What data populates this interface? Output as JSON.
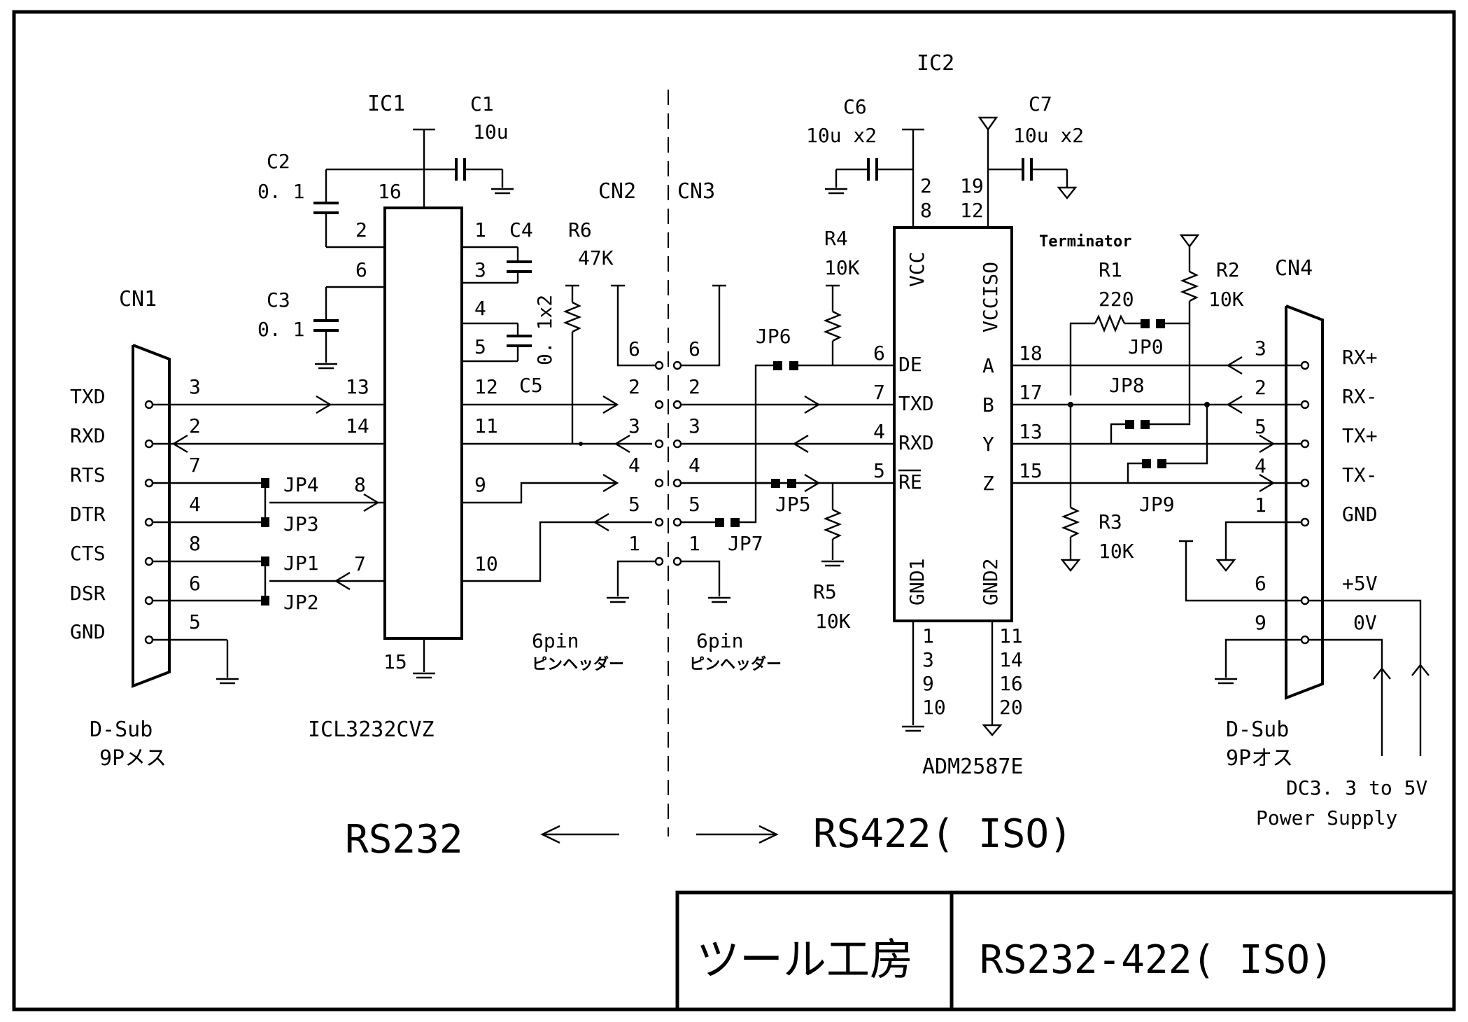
{
  "ic1": {
    "name": "IC1",
    "part": "ICL3232CVZ",
    "pins": {
      "p16": "16",
      "p2": "2",
      "p6": "6",
      "p13": "13",
      "p14": "14",
      "p8": "8",
      "p7": "7",
      "p15": "15",
      "p1": "1",
      "p3": "3",
      "p4": "4",
      "p5": "5",
      "p12": "12",
      "p11": "11",
      "p9": "9",
      "p10": "10"
    }
  },
  "ic2": {
    "name": "IC2",
    "part": "ADM2587E",
    "pins": {
      "p2": "2",
      "p8": "8",
      "p19": "19",
      "p12": "12",
      "p6": "6",
      "p7": "7",
      "p4": "4",
      "p5": "5",
      "p18": "18",
      "p17": "17",
      "p13": "13",
      "p15": "15",
      "g1": "1",
      "g3": "3",
      "g9": "9",
      "g10": "10",
      "g11": "11",
      "g14": "14",
      "g16": "16",
      "g20": "20"
    },
    "signals": {
      "vcc": "VCC",
      "vcciso": "VCCISO",
      "de": "DE",
      "txd": "TXD",
      "rxd": "RXD",
      "re": "RE",
      "a": "A",
      "b": "B",
      "y": "Y",
      "z": "Z",
      "gnd1": "GND1",
      "gnd2": "GND2"
    }
  },
  "parts": {
    "c1": {
      "name": "C1",
      "value": "10u"
    },
    "c2": {
      "name": "C2",
      "value": "0. 1"
    },
    "c3": {
      "name": "C3",
      "value": "0. 1"
    },
    "c4": {
      "name": "C4"
    },
    "c5": {
      "name": "C5",
      "value": "0. 1x2"
    },
    "c6": {
      "name": "C6",
      "value": "10u x2"
    },
    "c7": {
      "name": "C7",
      "value": "10u x2"
    },
    "r1": {
      "name": "R1",
      "value": "220"
    },
    "r2": {
      "name": "R2",
      "value": "10K"
    },
    "r3": {
      "name": "R3",
      "value": "10K"
    },
    "r4": {
      "name": "R4",
      "value": "10K"
    },
    "r5": {
      "name": "R5",
      "value": "10K"
    },
    "r6": {
      "name": "R6",
      "value": "47K"
    },
    "terminator": "Terminator"
  },
  "jumpers": {
    "jp0": "JP0",
    "jp1": "JP1",
    "jp2": "JP2",
    "jp3": "JP3",
    "jp4": "JP4",
    "jp5": "JP5",
    "jp6": "JP6",
    "jp7": "JP7",
    "jp8": "JP8",
    "jp9": "JP9"
  },
  "cn1": {
    "name": "CN1",
    "type": "D-Sub",
    "subtype": "9Pメス",
    "signals": [
      {
        "label": "TXD",
        "pin": "3"
      },
      {
        "label": "RXD",
        "pin": "2"
      },
      {
        "label": "RTS",
        "pin": "7"
      },
      {
        "label": "DTR",
        "pin": "4"
      },
      {
        "label": "CTS",
        "pin": "8"
      },
      {
        "label": "DSR",
        "pin": "6"
      },
      {
        "label": "GND",
        "pin": "5"
      }
    ]
  },
  "cn2": {
    "name": "CN2",
    "pins": [
      "6",
      "2",
      "3",
      "4",
      "5",
      "1"
    ],
    "type": "6pin",
    "subtype": "ピンヘッダー"
  },
  "cn3": {
    "name": "CN3",
    "pins": [
      "6",
      "2",
      "3",
      "4",
      "5",
      "1"
    ],
    "type": "6pin",
    "subtype": "ピンヘッダー"
  },
  "cn4": {
    "name": "CN4",
    "type": "D-Sub",
    "subtype": "9Pオス",
    "signals": [
      {
        "label": "RX+",
        "pin": "3"
      },
      {
        "label": "RX-",
        "pin": "2"
      },
      {
        "label": "TX+",
        "pin": "5"
      },
      {
        "label": "TX-",
        "pin": "4"
      },
      {
        "label": "GND",
        "pin": "1"
      },
      {
        "label": "+5V",
        "pin": "6"
      },
      {
        "label": "0V",
        "pin": "9"
      }
    ]
  },
  "power": {
    "line1": "DC3. 3 to 5V",
    "line2": "Power Supply"
  },
  "sections": {
    "left": "RS232",
    "right": "RS422( ISO)"
  },
  "titleblock": {
    "company": "ツール工房",
    "title": "RS232-422( ISO)"
  }
}
